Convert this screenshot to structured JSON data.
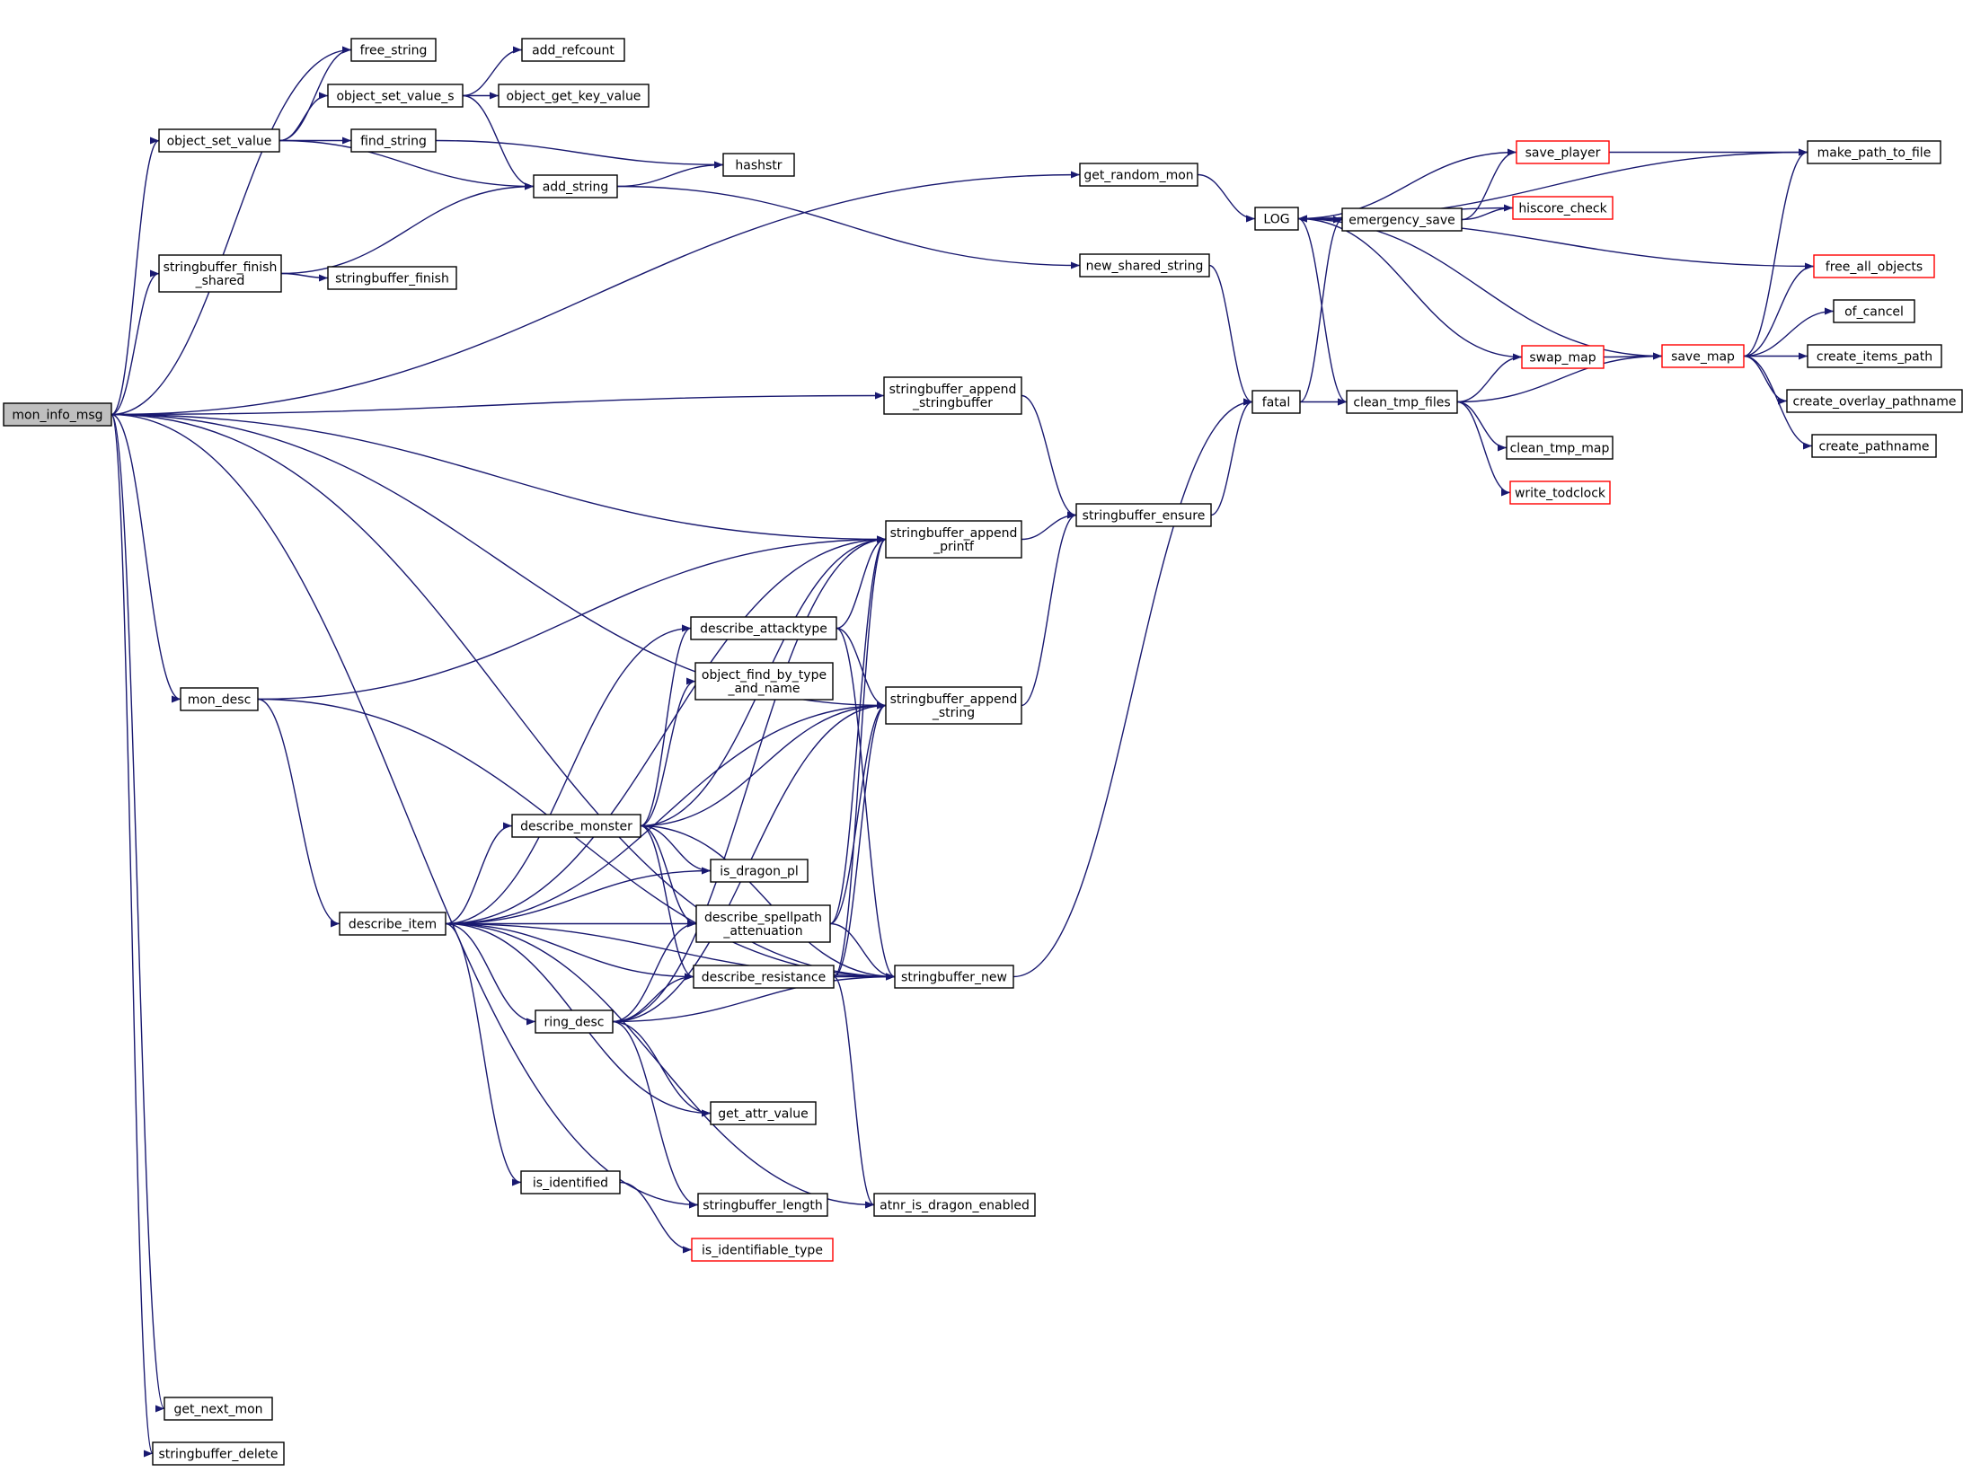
{
  "colors": {
    "edge": "#191970",
    "node_border": "#000000",
    "node_border_truncated": "#ff0000",
    "root_fill": "#bfbfbf",
    "node_fill": "#ffffff"
  },
  "nodes": [
    {
      "id": "mon_info_msg",
      "lines": [
        "mon_info_msg"
      ],
      "root": true
    },
    {
      "id": "free_string",
      "lines": [
        "free_string"
      ]
    },
    {
      "id": "object_set_value",
      "lines": [
        "object_set_value"
      ]
    },
    {
      "id": "object_set_value_s",
      "lines": [
        "object_set_value_s"
      ]
    },
    {
      "id": "add_refcount",
      "lines": [
        "add_refcount"
      ]
    },
    {
      "id": "object_get_key_value",
      "lines": [
        "object_get_key_value"
      ]
    },
    {
      "id": "find_string",
      "lines": [
        "find_string"
      ]
    },
    {
      "id": "hashstr",
      "lines": [
        "hashstr"
      ]
    },
    {
      "id": "add_string",
      "lines": [
        "add_string"
      ]
    },
    {
      "id": "stringbuffer_finish_shared",
      "lines": [
        "stringbuffer_finish",
        "_shared"
      ]
    },
    {
      "id": "stringbuffer_finish",
      "lines": [
        "stringbuffer_finish"
      ]
    },
    {
      "id": "get_random_mon",
      "lines": [
        "get_random_mon"
      ]
    },
    {
      "id": "new_shared_string",
      "lines": [
        "new_shared_string"
      ]
    },
    {
      "id": "LOG",
      "lines": [
        "LOG"
      ]
    },
    {
      "id": "emergency_save",
      "lines": [
        "emergency_save"
      ]
    },
    {
      "id": "save_player",
      "lines": [
        "save_player"
      ],
      "truncated": true
    },
    {
      "id": "hiscore_check",
      "lines": [
        "hiscore_check"
      ],
      "truncated": true
    },
    {
      "id": "make_path_to_file",
      "lines": [
        "make_path_to_file"
      ]
    },
    {
      "id": "free_all_objects",
      "lines": [
        "free_all_objects"
      ],
      "truncated": true
    },
    {
      "id": "of_cancel",
      "lines": [
        "of_cancel"
      ]
    },
    {
      "id": "save_map",
      "lines": [
        "save_map"
      ],
      "truncated": true
    },
    {
      "id": "create_items_path",
      "lines": [
        "create_items_path"
      ]
    },
    {
      "id": "create_overlay_pathname",
      "lines": [
        "create_overlay_pathname"
      ]
    },
    {
      "id": "create_pathname",
      "lines": [
        "create_pathname"
      ]
    },
    {
      "id": "swap_map",
      "lines": [
        "swap_map"
      ],
      "truncated": true
    },
    {
      "id": "fatal",
      "lines": [
        "fatal"
      ]
    },
    {
      "id": "clean_tmp_files",
      "lines": [
        "clean_tmp_files"
      ]
    },
    {
      "id": "clean_tmp_map",
      "lines": [
        "clean_tmp_map"
      ]
    },
    {
      "id": "write_todclock",
      "lines": [
        "write_todclock"
      ],
      "truncated": true
    },
    {
      "id": "stringbuffer_append_stringbuffer",
      "lines": [
        "stringbuffer_append",
        "_stringbuffer"
      ]
    },
    {
      "id": "stringbuffer_ensure",
      "lines": [
        "stringbuffer_ensure"
      ]
    },
    {
      "id": "stringbuffer_append_printf",
      "lines": [
        "stringbuffer_append",
        "_printf"
      ]
    },
    {
      "id": "describe_attacktype",
      "lines": [
        "describe_attacktype"
      ]
    },
    {
      "id": "object_find_by_type_and_name",
      "lines": [
        "object_find_by_type",
        "_and_name"
      ]
    },
    {
      "id": "stringbuffer_append_string",
      "lines": [
        "stringbuffer_append",
        "_string"
      ]
    },
    {
      "id": "mon_desc",
      "lines": [
        "mon_desc"
      ]
    },
    {
      "id": "describe_monster",
      "lines": [
        "describe_monster"
      ]
    },
    {
      "id": "is_dragon_pl",
      "lines": [
        "is_dragon_pl"
      ]
    },
    {
      "id": "describe_item",
      "lines": [
        "describe_item"
      ]
    },
    {
      "id": "describe_spellpath_attenuation",
      "lines": [
        "describe_spellpath",
        "_attenuation"
      ]
    },
    {
      "id": "describe_resistance",
      "lines": [
        "describe_resistance"
      ]
    },
    {
      "id": "stringbuffer_new",
      "lines": [
        "stringbuffer_new"
      ]
    },
    {
      "id": "ring_desc",
      "lines": [
        "ring_desc"
      ]
    },
    {
      "id": "get_attr_value",
      "lines": [
        "get_attr_value"
      ]
    },
    {
      "id": "is_identified",
      "lines": [
        "is_identified"
      ]
    },
    {
      "id": "stringbuffer_length",
      "lines": [
        "stringbuffer_length"
      ]
    },
    {
      "id": "atnr_is_dragon_enabled",
      "lines": [
        "atnr_is_dragon_enabled"
      ]
    },
    {
      "id": "is_identifiable_type",
      "lines": [
        "is_identifiable_type"
      ],
      "truncated": true
    },
    {
      "id": "get_next_mon",
      "lines": [
        "get_next_mon"
      ]
    },
    {
      "id": "stringbuffer_delete",
      "lines": [
        "stringbuffer_delete"
      ]
    }
  ],
  "edges": [
    [
      "mon_info_msg",
      "free_string"
    ],
    [
      "mon_info_msg",
      "object_set_value"
    ],
    [
      "mon_info_msg",
      "get_random_mon"
    ],
    [
      "mon_info_msg",
      "stringbuffer_finish_shared"
    ],
    [
      "mon_info_msg",
      "stringbuffer_append_stringbuffer"
    ],
    [
      "mon_info_msg",
      "stringbuffer_append_printf"
    ],
    [
      "mon_info_msg",
      "stringbuffer_append_string"
    ],
    [
      "mon_info_msg",
      "mon_desc"
    ],
    [
      "mon_info_msg",
      "stringbuffer_length"
    ],
    [
      "mon_info_msg",
      "stringbuffer_new"
    ],
    [
      "mon_info_msg",
      "get_next_mon"
    ],
    [
      "mon_info_msg",
      "stringbuffer_delete"
    ],
    [
      "object_set_value",
      "free_string"
    ],
    [
      "object_set_value",
      "object_set_value_s"
    ],
    [
      "object_set_value",
      "find_string"
    ],
    [
      "object_set_value",
      "add_string"
    ],
    [
      "object_set_value_s",
      "add_refcount"
    ],
    [
      "object_set_value_s",
      "object_get_key_value"
    ],
    [
      "object_set_value_s",
      "add_string"
    ],
    [
      "find_string",
      "hashstr"
    ],
    [
      "add_string",
      "hashstr"
    ],
    [
      "add_string",
      "new_shared_string"
    ],
    [
      "stringbuffer_finish_shared",
      "add_string"
    ],
    [
      "stringbuffer_finish_shared",
      "stringbuffer_finish"
    ],
    [
      "get_random_mon",
      "LOG"
    ],
    [
      "new_shared_string",
      "fatal"
    ],
    [
      "LOG",
      "emergency_save"
    ],
    [
      "LOG",
      "clean_tmp_files"
    ],
    [
      "emergency_save",
      "LOG"
    ],
    [
      "emergency_save",
      "save_player"
    ],
    [
      "emergency_save",
      "hiscore_check"
    ],
    [
      "save_player",
      "LOG"
    ],
    [
      "save_player",
      "make_path_to_file"
    ],
    [
      "hiscore_check",
      "LOG"
    ],
    [
      "make_path_to_file",
      "LOG"
    ],
    [
      "free_all_objects",
      "LOG"
    ],
    [
      "save_map",
      "LOG"
    ],
    [
      "save_map",
      "make_path_to_file"
    ],
    [
      "save_map",
      "free_all_objects"
    ],
    [
      "save_map",
      "of_cancel"
    ],
    [
      "save_map",
      "create_items_path"
    ],
    [
      "save_map",
      "create_overlay_pathname"
    ],
    [
      "save_map",
      "create_pathname"
    ],
    [
      "swap_map",
      "LOG"
    ],
    [
      "swap_map",
      "save_map"
    ],
    [
      "fatal",
      "emergency_save"
    ],
    [
      "fatal",
      "clean_tmp_files"
    ],
    [
      "clean_tmp_files",
      "swap_map"
    ],
    [
      "clean_tmp_files",
      "save_map"
    ],
    [
      "clean_tmp_files",
      "clean_tmp_map"
    ],
    [
      "clean_tmp_files",
      "write_todclock"
    ],
    [
      "stringbuffer_append_stringbuffer",
      "stringbuffer_ensure"
    ],
    [
      "stringbuffer_ensure",
      "fatal"
    ],
    [
      "stringbuffer_append_printf",
      "stringbuffer_ensure"
    ],
    [
      "stringbuffer_append_string",
      "stringbuffer_ensure"
    ],
    [
      "stringbuffer_new",
      "fatal"
    ],
    [
      "mon_desc",
      "stringbuffer_append_printf"
    ],
    [
      "mon_desc",
      "describe_item"
    ],
    [
      "mon_desc",
      "stringbuffer_new"
    ],
    [
      "describe_item",
      "stringbuffer_append_printf"
    ],
    [
      "describe_item",
      "stringbuffer_append_string"
    ],
    [
      "describe_item",
      "describe_attacktype"
    ],
    [
      "describe_item",
      "describe_monster"
    ],
    [
      "describe_item",
      "is_dragon_pl"
    ],
    [
      "describe_item",
      "describe_spellpath_attenuation"
    ],
    [
      "describe_item",
      "describe_resistance"
    ],
    [
      "describe_item",
      "ring_desc"
    ],
    [
      "describe_item",
      "get_attr_value"
    ],
    [
      "describe_item",
      "is_identified"
    ],
    [
      "describe_item",
      "stringbuffer_new"
    ],
    [
      "describe_item",
      "atnr_is_dragon_enabled"
    ],
    [
      "describe_monster",
      "stringbuffer_append_printf"
    ],
    [
      "describe_monster",
      "describe_attacktype"
    ],
    [
      "describe_monster",
      "object_find_by_type_and_name"
    ],
    [
      "describe_monster",
      "stringbuffer_append_string"
    ],
    [
      "describe_monster",
      "is_dragon_pl"
    ],
    [
      "describe_monster",
      "describe_spellpath_attenuation"
    ],
    [
      "describe_monster",
      "describe_resistance"
    ],
    [
      "describe_monster",
      "stringbuffer_new"
    ],
    [
      "describe_attacktype",
      "stringbuffer_append_printf"
    ],
    [
      "describe_attacktype",
      "stringbuffer_append_string"
    ],
    [
      "describe_attacktype",
      "stringbuffer_new"
    ],
    [
      "describe_spellpath_attenuation",
      "stringbuffer_append_printf"
    ],
    [
      "describe_spellpath_attenuation",
      "stringbuffer_append_string"
    ],
    [
      "describe_spellpath_attenuation",
      "stringbuffer_new"
    ],
    [
      "describe_resistance",
      "stringbuffer_append_printf"
    ],
    [
      "describe_resistance",
      "stringbuffer_append_string"
    ],
    [
      "describe_resistance",
      "stringbuffer_new"
    ],
    [
      "describe_resistance",
      "atnr_is_dragon_enabled"
    ],
    [
      "ring_desc",
      "stringbuffer_append_printf"
    ],
    [
      "ring_desc",
      "describe_spellpath_attenuation"
    ],
    [
      "ring_desc",
      "describe_resistance"
    ],
    [
      "ring_desc",
      "stringbuffer_append_string"
    ],
    [
      "ring_desc",
      "stringbuffer_new"
    ],
    [
      "ring_desc",
      "get_attr_value"
    ],
    [
      "ring_desc",
      "stringbuffer_length"
    ],
    [
      "is_identified",
      "is_identifiable_type"
    ]
  ]
}
